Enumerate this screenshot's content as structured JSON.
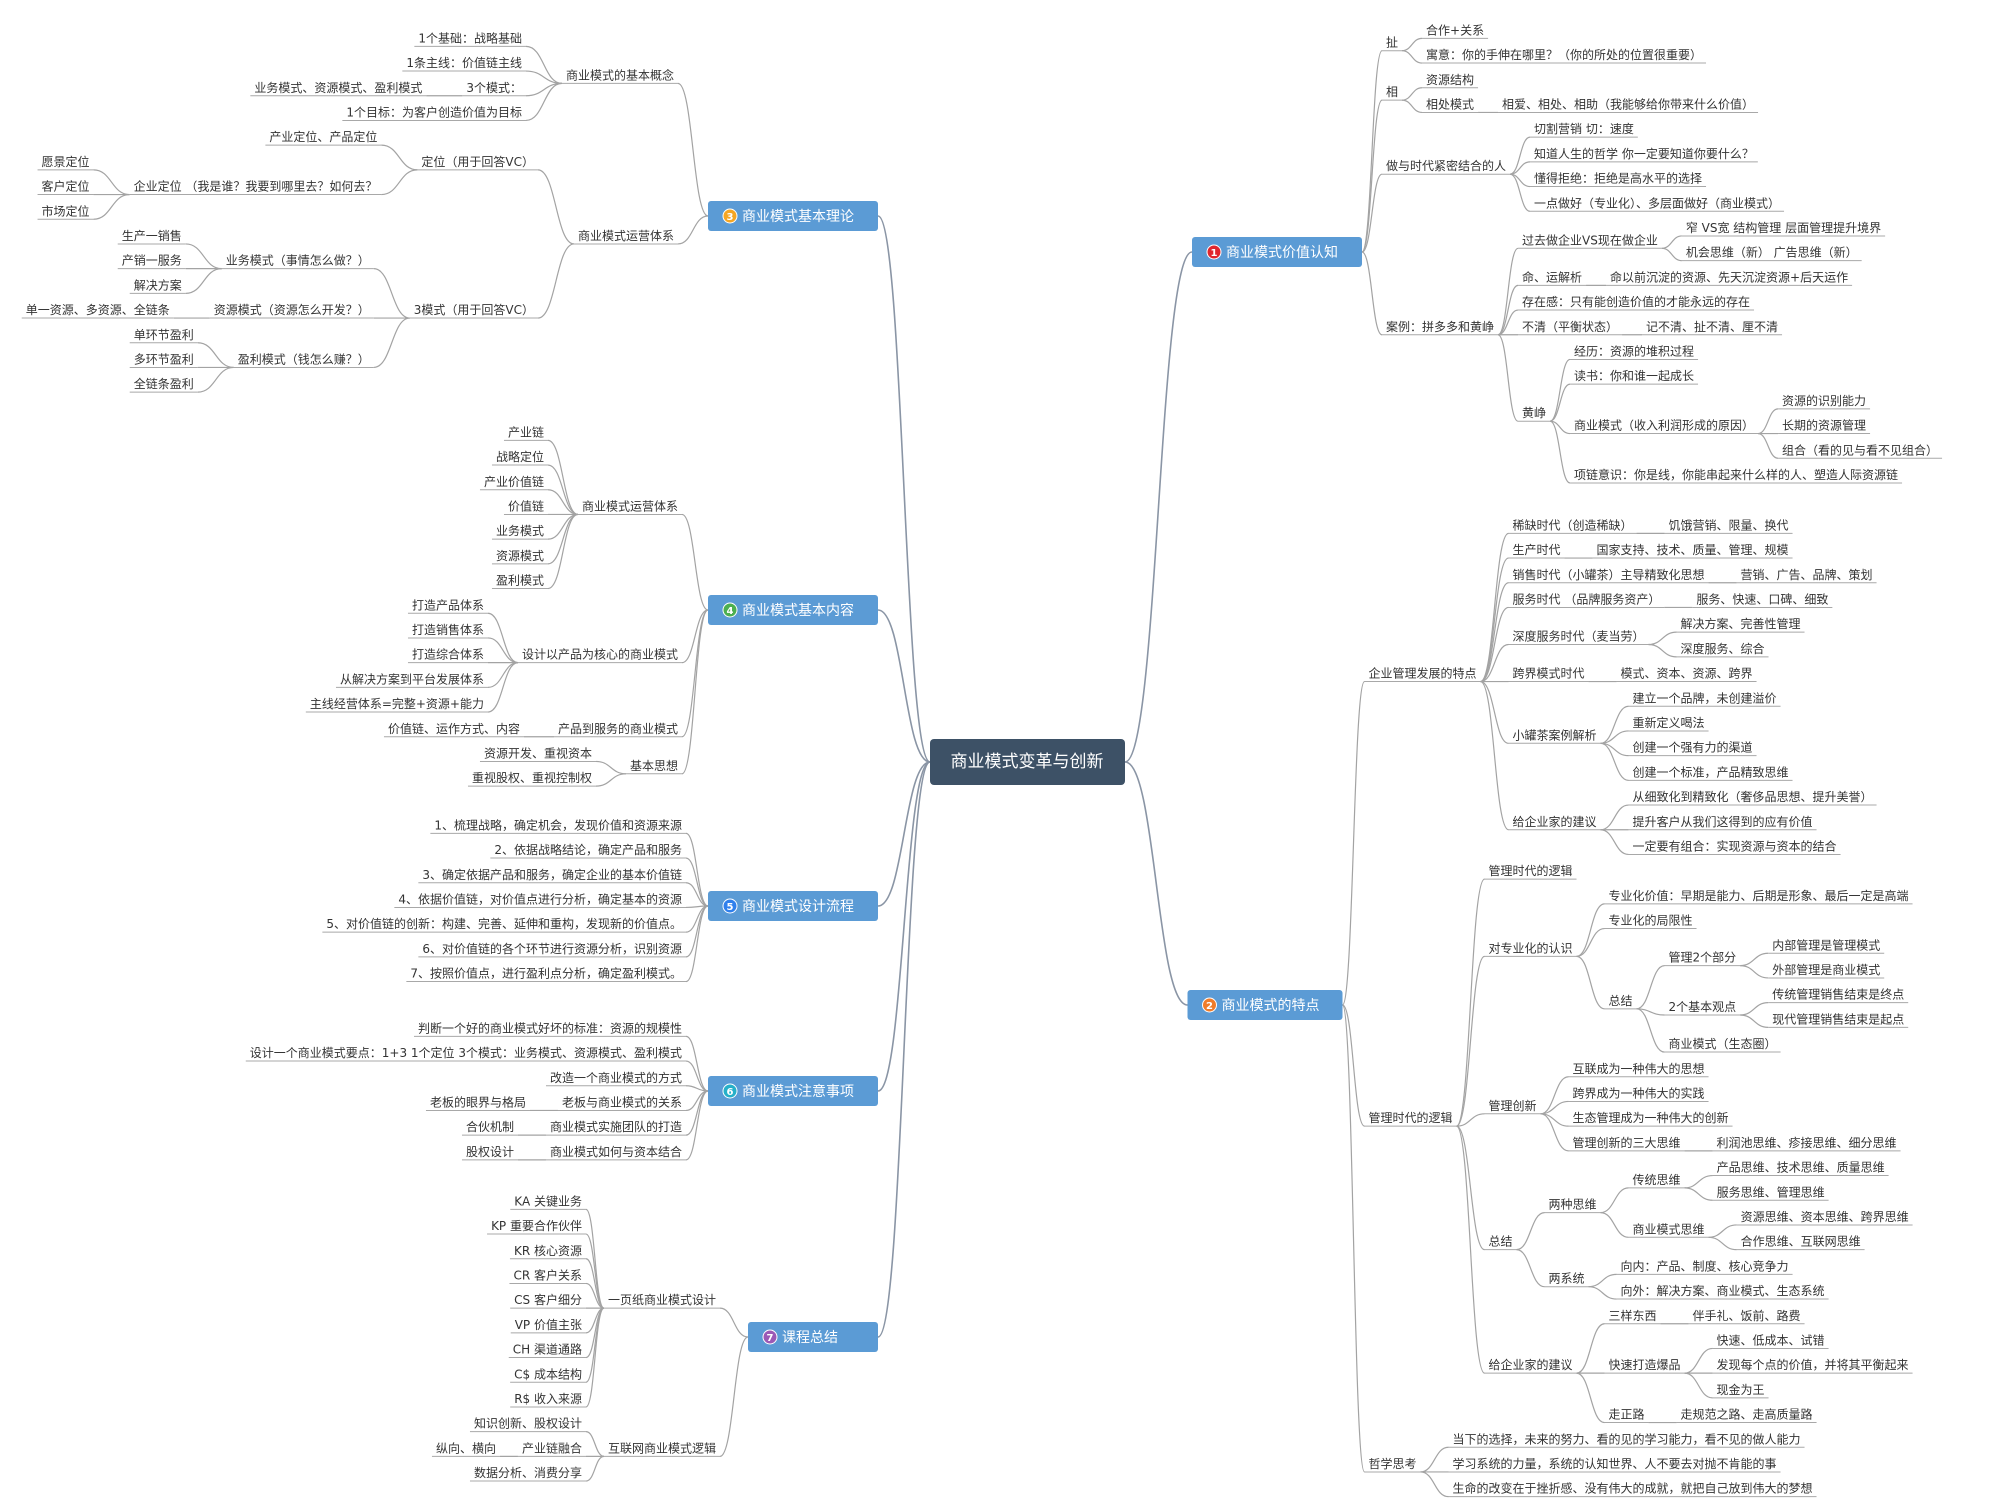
{
  "root": {
    "label": "商业模式变革与创新"
  },
  "branch_style": {
    "fill": "#5b9bd5",
    "root_fill": "#3d5166"
  },
  "branches": [
    {
      "id": 1,
      "badge": "1",
      "badge_color": "#e0262e",
      "label": "商业模式价值认知",
      "side": "right",
      "children": [
        {
          "label": "扯",
          "children": [
            {
              "label": "合作+关系"
            },
            {
              "label": "寓意：你的手伸在哪里？（你的所处的位置很重要）"
            }
          ]
        },
        {
          "label": "相",
          "children": [
            {
              "label": "资源结构"
            },
            {
              "label": "相处模式",
              "children": [
                {
                  "label": "相爱、相处、相助（我能够给你带来什么价值）"
                }
              ]
            }
          ]
        },
        {
          "label": "做与时代紧密结合的人",
          "children": [
            {
              "label": "切割营销 切：速度"
            },
            {
              "label": "知道人生的哲学 你一定要知道你要什么？"
            },
            {
              "label": "懂得拒绝：拒绝是高水平的选择"
            },
            {
              "label": "一点做好（专业化）、多层面做好（商业模式）"
            }
          ]
        },
        {
          "label": "案例：拼多多和黄峥",
          "children": [
            {
              "label": "过去做企业VS现在做企业",
              "children": [
                {
                  "label": "窄 VS宽 结构管理 层面管理提升境界"
                },
                {
                  "label": "机会思维（新） 广告思维（新）"
                }
              ]
            },
            {
              "label": "命、运解析",
              "children": [
                {
                  "label": "命以前沉淀的资源、先天沉淀资源+后天运作"
                }
              ]
            },
            {
              "label": "存在感：只有能创造价值的才能永远的存在"
            },
            {
              "label": "不清（平衡状态）",
              "children": [
                {
                  "label": "记不清、扯不清、厘不清"
                }
              ]
            },
            {
              "label": "黄峥",
              "children": [
                {
                  "label": "经历：资源的堆积过程"
                },
                {
                  "label": "读书：你和谁一起成长"
                },
                {
                  "label": "商业模式（收入利润形成的原因）",
                  "children": [
                    {
                      "label": "资源的识别能力"
                    },
                    {
                      "label": "长期的资源管理"
                    },
                    {
                      "label": "组合（看的见与看不见组合）"
                    }
                  ]
                },
                {
                  "label": "项链意识：你是线，你能串起来什么样的人、塑造人际资源链"
                }
              ]
            }
          ]
        }
      ]
    },
    {
      "id": 2,
      "badge": "2",
      "badge_color": "#f07c2a",
      "label": "商业模式的特点",
      "side": "right",
      "children": [
        {
          "label": "企业管理发展的特点",
          "children": [
            {
              "label": "稀缺时代（创造稀缺）",
              "children": [
                {
                  "label": "饥饿营销、限量、换代"
                }
              ]
            },
            {
              "label": "生产时代",
              "children": [
                {
                  "label": "国家支持、技术、质量、管理、规模"
                }
              ]
            },
            {
              "label": "销售时代（小罐茶）主导精致化思想",
              "children": [
                {
                  "label": "营销、广告、品牌、策划"
                }
              ]
            },
            {
              "label": "服务时代 （品牌服务资产）",
              "children": [
                {
                  "label": "服务、快速、口碑、细致"
                }
              ]
            },
            {
              "label": "深度服务时代（麦当劳）",
              "children": [
                {
                  "label": "解决方案、完善性管理"
                },
                {
                  "label": "深度服务、综合"
                }
              ]
            },
            {
              "label": "跨界模式时代",
              "children": [
                {
                  "label": "模式、资本、资源、跨界"
                }
              ]
            },
            {
              "label": "小罐茶案例解析",
              "children": [
                {
                  "label": "建立一个品牌，未创建溢价"
                },
                {
                  "label": "重新定义喝法"
                },
                {
                  "label": "创建一个强有力的渠道"
                },
                {
                  "label": "创建一个标准，产品精致思维"
                }
              ]
            },
            {
              "label": "给企业家的建议",
              "children": [
                {
                  "label": "从细致化到精致化（奢侈品思想、提升美誉）"
                },
                {
                  "label": "提升客户从我们这得到的应有价值"
                },
                {
                  "label": "一定要有组合：实现资源与资本的结合"
                }
              ]
            }
          ]
        },
        {
          "label": "管理时代的逻辑",
          "children": [
            {
              "label": "管理时代的逻辑"
            },
            {
              "label": "对专业化的认识",
              "children": [
                {
                  "label": "专业化价值：早期是能力、后期是形象、最后一定是高端"
                },
                {
                  "label": "专业化的局限性"
                },
                {
                  "label": "总结",
                  "children": [
                    {
                      "label": "管理2个部分",
                      "children": [
                        {
                          "label": "内部管理是管理模式"
                        },
                        {
                          "label": "外部管理是商业模式"
                        }
                      ]
                    },
                    {
                      "label": "2个基本观点",
                      "children": [
                        {
                          "label": "传统管理销售结束是终点"
                        },
                        {
                          "label": "现代管理销售结束是起点"
                        }
                      ]
                    },
                    {
                      "label": "商业模式（生态圈）"
                    }
                  ]
                }
              ]
            },
            {
              "label": "管理创新",
              "children": [
                {
                  "label": "互联成为一种伟大的思想"
                },
                {
                  "label": "跨界成为一种伟大的实践"
                },
                {
                  "label": "生态管理成为一种伟大的创新"
                },
                {
                  "label": "管理创新的三大思维",
                  "children": [
                    {
                      "label": "利润池思维、疹接思维、细分思维"
                    }
                  ]
                }
              ]
            },
            {
              "label": "总结",
              "children": [
                {
                  "label": "两种思维",
                  "children": [
                    {
                      "label": "传统思维",
                      "children": [
                        {
                          "label": "产品思维、技术思维、质量思维"
                        },
                        {
                          "label": "服务思维、管理思维"
                        }
                      ]
                    },
                    {
                      "label": "商业模式思维",
                      "children": [
                        {
                          "label": "资源思维、资本思维、跨界思维"
                        },
                        {
                          "label": "合作思维、互联网思维"
                        }
                      ]
                    }
                  ]
                },
                {
                  "label": "两系统",
                  "children": [
                    {
                      "label": "向内：产品、制度、核心竞争力"
                    },
                    {
                      "label": "向外：解决方案、商业模式、生态系统"
                    }
                  ]
                }
              ]
            },
            {
              "label": "给企业家的建议",
              "children": [
                {
                  "label": "三样东西",
                  "children": [
                    {
                      "label": "伴手礼、饭前、路费"
                    }
                  ]
                },
                {
                  "label": "快速打造爆品",
                  "children": [
                    {
                      "label": "快速、低成本、试错"
                    },
                    {
                      "label": "发现每个点的价值，并将其平衡起来"
                    },
                    {
                      "label": "现金为王"
                    }
                  ]
                },
                {
                  "label": "走正路",
                  "children": [
                    {
                      "label": "走规范之路、走高质量路"
                    }
                  ]
                }
              ]
            }
          ]
        },
        {
          "label": "哲学思考",
          "children": [
            {
              "label": "当下的选择，未来的努力、看的见的学习能力，看不见的做人能力"
            },
            {
              "label": "学习系统的力量，系统的认知世界、人不要去对抛不肯能的事"
            },
            {
              "label": "生命的改变在于挫折感、没有伟大的成就，就把自己放到伟大的梦想"
            }
          ]
        }
      ]
    },
    {
      "id": 3,
      "badge": "3",
      "badge_color": "#f5a623",
      "label": "商业模式基本理论",
      "side": "left",
      "children": [
        {
          "label": "商业模式的基本概念",
          "children": [
            {
              "label": "1个基础：战略基础"
            },
            {
              "label": "1条主线：价值链主线"
            },
            {
              "label": "3个模式：",
              "children": [
                {
                  "label": "业务模式、资源模式、盈利模式"
                }
              ]
            },
            {
              "label": "1个目标：为客户创造价值为目标"
            }
          ]
        },
        {
          "label": "商业模式运营体系",
          "children": [
            {
              "label": "定位（用于回答VC）",
              "children": [
                {
                  "label": "产业定位、产品定位"
                },
                {
                  "label": "企业定位 （我是谁？我要到哪里去？如何去？",
                  "children": [
                    {
                      "label": "愿景定位"
                    },
                    {
                      "label": "客户定位"
                    },
                    {
                      "label": "市场定位"
                    }
                  ]
                }
              ]
            },
            {
              "label": "3模式（用于回答VC）",
              "children": [
                {
                  "label": "业务模式（事情怎么做？）",
                  "children": [
                    {
                      "label": "生产一销售"
                    },
                    {
                      "label": "产销一服务"
                    },
                    {
                      "label": "解决方案"
                    }
                  ]
                },
                {
                  "label": "资源模式（资源怎么开发？）",
                  "children": [
                    {
                      "label": "单一资源、多资源、全链条"
                    }
                  ]
                },
                {
                  "label": "盈利模式（钱怎么赚？）",
                  "children": [
                    {
                      "label": "单环节盈利"
                    },
                    {
                      "label": "多环节盈利"
                    },
                    {
                      "label": "全链条盈利"
                    }
                  ]
                }
              ]
            }
          ]
        }
      ]
    },
    {
      "id": 4,
      "badge": "4",
      "badge_color": "#4caf50",
      "label": "商业模式基本内容",
      "side": "left",
      "children": [
        {
          "label": "商业模式运营体系",
          "children": [
            {
              "label": "产业链"
            },
            {
              "label": "战略定位"
            },
            {
              "label": "产业价值链"
            },
            {
              "label": "价值链"
            },
            {
              "label": "业务模式"
            },
            {
              "label": "资源模式"
            },
            {
              "label": "盈利模式"
            }
          ]
        },
        {
          "label": "设计以产品为核心的商业模式",
          "children": [
            {
              "label": "打造产品体系"
            },
            {
              "label": "打造销售体系"
            },
            {
              "label": "打造综合体系"
            },
            {
              "label": "从解决方案到平台发展体系"
            },
            {
              "label": "主线经营体系=完整+资源+能力"
            }
          ]
        },
        {
          "label": "产品到服务的商业模式",
          "children": [
            {
              "label": "价值链、运作方式、内容"
            }
          ]
        },
        {
          "label": "基本思想",
          "children": [
            {
              "label": "资源开发、重视资本"
            },
            {
              "label": "重视股权、重视控制权"
            }
          ]
        }
      ]
    },
    {
      "id": 5,
      "badge": "5",
      "badge_color": "#2f80ed",
      "label": "商业模式设计流程",
      "side": "left",
      "children": [
        {
          "label": "1、梳理战略，确定机会，发现价值和资源来源"
        },
        {
          "label": "2、依据战略结论，确定产品和服务"
        },
        {
          "label": "3、确定依据产品和服务，确定企业的基本价值链"
        },
        {
          "label": "4、依据价值链，对价值点进行分析，确定基本的资源"
        },
        {
          "label": "5、对价值链的创新：构建、完善、延伸和重构，发现新的价值点。"
        },
        {
          "label": "6、对价值链的各个环节进行资源分析，识别资源"
        },
        {
          "label": "7、按照价值点，进行盈利点分析，确定盈利模式。"
        }
      ]
    },
    {
      "id": 6,
      "badge": "6",
      "badge_color": "#26b0c9",
      "label": "商业模式注意事项",
      "side": "left",
      "children": [
        {
          "label": "判断一个好的商业模式好坏的标准：资源的规模性"
        },
        {
          "label": "设计一个商业模式要点：1+3 1个定位 3个模式：业务模式、资源模式、盈利模式"
        },
        {
          "label": "改造一个商业模式的方式"
        },
        {
          "label": "老板与商业模式的关系",
          "children": [
            {
              "label": "老板的眼界与格局"
            }
          ]
        },
        {
          "label": "商业模式实施团队的打造",
          "children": [
            {
              "label": "合伙机制"
            }
          ]
        },
        {
          "label": "商业模式如何与资本结合",
          "children": [
            {
              "label": "股权设计"
            }
          ]
        }
      ]
    },
    {
      "id": 7,
      "badge": "7",
      "badge_color": "#9b59b6",
      "label": "课程总结",
      "side": "left",
      "children": [
        {
          "label": "一页纸商业模式设计",
          "children": [
            {
              "label": "KA 关键业务"
            },
            {
              "label": "KP 重要合作伙伴"
            },
            {
              "label": "KR 核心资源"
            },
            {
              "label": "CR 客户关系"
            },
            {
              "label": "CS 客户细分"
            },
            {
              "label": "VP 价值主张"
            },
            {
              "label": "CH 渠道通路"
            },
            {
              "label": "C$ 成本结构"
            },
            {
              "label": "R$ 收入来源"
            }
          ]
        },
        {
          "label": "互联网商业模式逻辑",
          "children": [
            {
              "label": "知识创新、股权设计"
            },
            {
              "label": "产业链融合",
              "children": [
                {
                  "label": "纵向、横向"
                }
              ]
            },
            {
              "label": "数据分析、消费分享"
            }
          ]
        }
      ]
    }
  ]
}
